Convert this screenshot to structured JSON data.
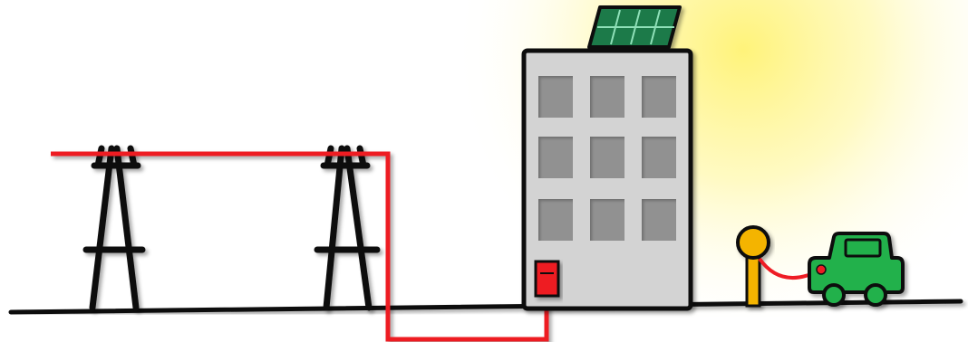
{
  "diagram": {
    "components": [
      {
        "id": "power-grid-line",
        "icon": "power-line"
      },
      {
        "id": "transmission-tower-left",
        "icon": "pylon-icon"
      },
      {
        "id": "transmission-tower-right",
        "icon": "pylon-icon"
      },
      {
        "id": "office-building",
        "icon": "building-icon"
      },
      {
        "id": "rooftop-solar-panel",
        "icon": "solar-panel-icon"
      },
      {
        "id": "electric-meter",
        "icon": "meter-icon"
      },
      {
        "id": "charging-station",
        "icon": "ev-charger-icon"
      },
      {
        "id": "electric-car",
        "icon": "car-icon"
      }
    ],
    "colors": {
      "cable": "#ee1c24",
      "meter": "#ee1c24",
      "solar": "#1b7a4a",
      "building": "#d3d3d3",
      "window": "#6e6e6e",
      "charger": "#f4b400",
      "car": "#22b14c",
      "sun_glow": "#fff59a",
      "ground": "#111111"
    }
  }
}
